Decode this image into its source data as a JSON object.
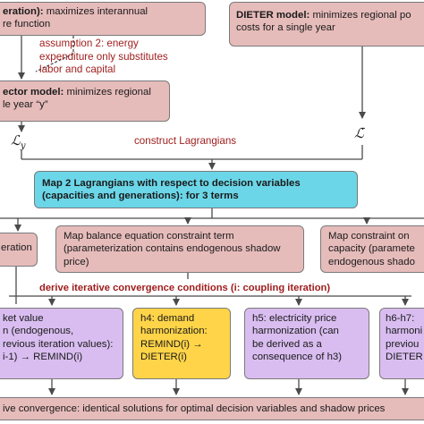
{
  "top_left": {
    "bold_part": "eration):",
    "text_line1": " maximizes interannual",
    "text_line2": "re function"
  },
  "top_right": {
    "bold_part": "DIETER model:",
    "text_line1": " minimizes regional po",
    "text_line2": "costs for a single year"
  },
  "assumption": {
    "line1": "assumption 2: energy",
    "line2": "expenditure only substitutes",
    "line3": "labor and capital"
  },
  "sector_box": {
    "bold_part": "ector model:",
    "text_line1": " minimizes regional",
    "text_line2": "le year “y”"
  },
  "lagrangian_left": {
    "symbol": "ℒ",
    "subscript": "y"
  },
  "lagrangian_right": {
    "symbol": "ℒ̄"
  },
  "construct_label": "construct Lagrangians",
  "map2_box": {
    "line1": "Map 2 Lagrangians with respect to decision variables",
    "line2": "(capacities and generations): for 3 terms"
  },
  "left_partial_box": {
    "text": "eration"
  },
  "balance_box": {
    "line1": "Map balance equation constraint term",
    "line2": "(parameterization contains endogenous shadow",
    "line3": "price)"
  },
  "capacity_box": {
    "line1": "Map constraint on",
    "line2": "capacity (paramete",
    "line3": "endogenous shado"
  },
  "derive_label": "derive iterative convergence conditions (i: coupling iteration)",
  "market_box": {
    "line1": "ket value",
    "line2": "n (endogenous,",
    "line3": "revious iteration values):",
    "line4": "i-1) → REMIND(i)"
  },
  "h4_box": {
    "line1": "h4: demand",
    "line2": "harmonization:",
    "line3": "REMIND(i) →",
    "line4": "DIETER(i)"
  },
  "h5_box": {
    "line1": "h5: electricity price",
    "line2": "harmonization (can",
    "line3": "be derived as a",
    "line4": "consequence of h3)"
  },
  "h67_box": {
    "line1": "h6-h7:",
    "line2": "harmoni",
    "line3": "previou",
    "line4": "DIETER"
  },
  "bottom_box": {
    "text": "ive convergence: identical solutions for optimal decision variables and shadow prices"
  },
  "colors": {
    "pink": "#e6bcbb",
    "cyan": "#6bd6e8",
    "lavender": "#d9bdf0",
    "yellow": "#ffd448",
    "note_red": "#9e1b1b"
  }
}
